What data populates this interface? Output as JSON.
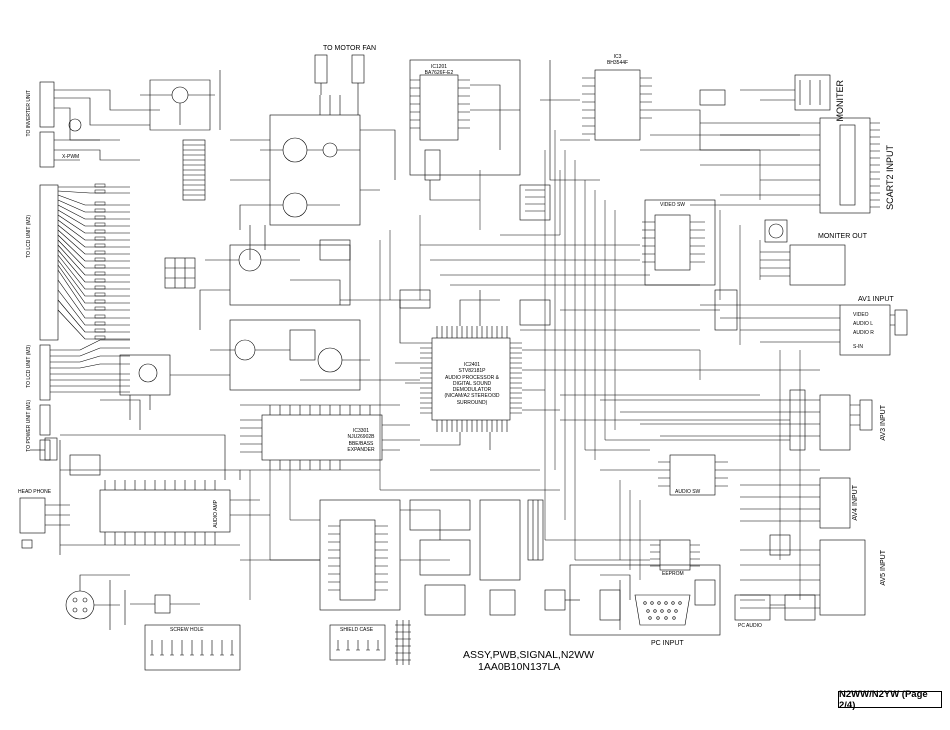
{
  "labels": {
    "to_motor_fan": "TO MOTOR FAN",
    "moniter": "MONITER",
    "scart2_input": "SCART2 INPUT",
    "moniter_out": "MONITER OUT",
    "av1_input": "AV1 INPUT",
    "av3_input": "AV3 INPUT",
    "av4_input": "AV4 INPUT",
    "av5_input": "AV5 INPUT",
    "pc_input": "PC INPUT",
    "head_phone": "HEAD PHONE",
    "screw_hole": "SCREW HOLE",
    "shield_case": "SHIELD CASE",
    "assy_line1": "ASSY,PWB,SIGNAL,N2WW",
    "assy_line2": "1AA0B10N137LA",
    "page_badge": "N2WW/N2YW (Page 2/4)",
    "to_inverter": "TO INVERTER UNIT",
    "to_lcd_unit_1": "TO LCD UNIT (M2)",
    "to_lcd_unit_2": "TO LCD UNIT (M3)",
    "to_power_unit": "TO POWER UNIT (M1)",
    "ic_audio_proc": "IC2401",
    "ic_audio_proc_part": "STV82181P",
    "ic_audio_proc_desc1": "AUDIO PROCESSOR &",
    "ic_audio_proc_desc2": "DIGITAL SOUND DEMODULATOR",
    "ic_audio_proc_desc3": "(NICAM/A2 STEREO/3D SURROUND)",
    "ic_bass": "IC3301",
    "ic_bass_part": "NJU26902B",
    "ic_bass_desc1": "BBE/BASS",
    "ic_bass_desc2": "EXPANDER",
    "ic_audio_amp": "AUDIO AMP",
    "ic_audio_sw": "AUDIO SW",
    "ic_video_sw": "VIDEO SW",
    "ic_eeprom": "EEPROM",
    "ic_top": "IC1201",
    "ic_top_part": "BA7626F-E2",
    "ic_cd": "IC3",
    "ic_cd_part": "BH3544F",
    "jack_video": "VIDEO",
    "jack_audio_l": "AUDIO L",
    "jack_audio_r": "AUDIO R",
    "jack_s_in": "S-IN",
    "pc_audio": "PC AUDIO",
    "x_pwm": "X-PWM"
  }
}
